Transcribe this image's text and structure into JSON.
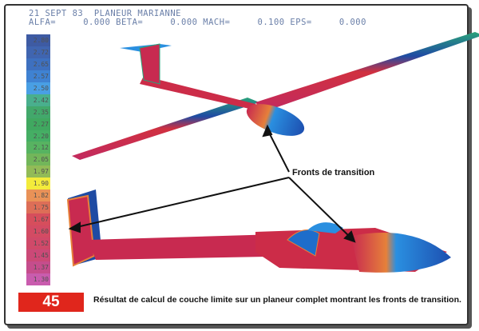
{
  "header": {
    "line1": "21 SEPT 83  PLANEUR MARIANNE",
    "line2": "ALFA=     0.000 BETA=     0.000 MACH=     0.100 EPS=     0.000"
  },
  "scale": {
    "values": [
      "2.80",
      "2.72",
      "2.65",
      "2.57",
      "2.50",
      "2.42",
      "2.35",
      "2.27",
      "2.20",
      "2.12",
      "2.05",
      "1.97",
      "1.90",
      "1.82",
      "1.75",
      "1.67",
      "1.60",
      "1.52",
      "1.45",
      "1.37",
      "1.30"
    ],
    "colors": [
      "#1d3f93",
      "#1f4ba3",
      "#1d58b5",
      "#1e6dcb",
      "#2a8fe0",
      "#2aa27a",
      "#229a52",
      "#1f9a45",
      "#25a04a",
      "#3aa646",
      "#5aaa3e",
      "#7fb03a",
      "#f2e81a",
      "#e6803a",
      "#d8553a",
      "#d03040",
      "#cc2c48",
      "#c82a50",
      "#c22a60",
      "#bc2e78",
      "#c040a0"
    ]
  },
  "annotation": "Fronts de transition",
  "figure_number": "45",
  "caption": "Résultat de calcul de couche limite sur un planeur complet montrant les fronts de transition."
}
